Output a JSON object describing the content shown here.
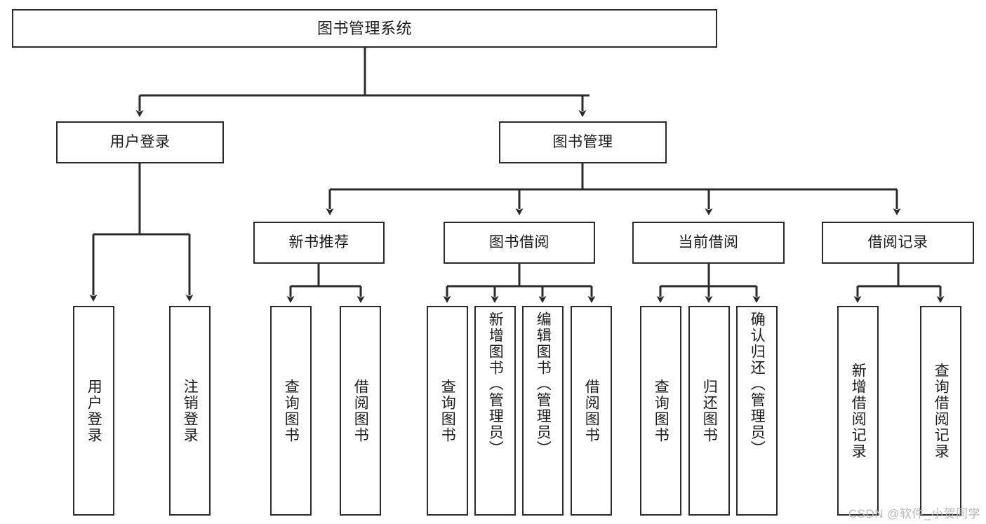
{
  "diagram": {
    "type": "tree-hierarchy-flowchart",
    "title": "图书管理系统",
    "levels": 4,
    "root": {
      "id": "root",
      "label": "图书管理系统",
      "orientation": "horizontal"
    },
    "level2": [
      {
        "id": "user-login",
        "label": "用户登录",
        "orientation": "horizontal"
      },
      {
        "id": "book-management",
        "label": "图书管理",
        "orientation": "horizontal"
      }
    ],
    "level3": [
      {
        "id": "new-book-recommend",
        "label": "新书推荐",
        "orientation": "horizontal",
        "parent": "book-management"
      },
      {
        "id": "book-borrow",
        "label": "图书借阅",
        "orientation": "horizontal",
        "parent": "book-management"
      },
      {
        "id": "current-borrow",
        "label": "当前借阅",
        "orientation": "horizontal",
        "parent": "book-management"
      },
      {
        "id": "borrow-record",
        "label": "借阅记录",
        "orientation": "horizontal",
        "parent": "book-management"
      }
    ],
    "leaves": [
      {
        "id": "leaf-user-login",
        "label": "用户登录",
        "parent": "user-login"
      },
      {
        "id": "leaf-user-logout",
        "label": "注销登录",
        "parent": "user-login"
      },
      {
        "id": "leaf-query-book-1",
        "label": "查询图书",
        "parent": "new-book-recommend"
      },
      {
        "id": "leaf-borrow-book-1",
        "label": "借阅图书",
        "parent": "new-book-recommend"
      },
      {
        "id": "leaf-query-book-2",
        "label": "查询图书",
        "parent": "book-borrow"
      },
      {
        "id": "leaf-add-book",
        "label": "新增图书（管理员）",
        "parent": "book-borrow"
      },
      {
        "id": "leaf-edit-book",
        "label": "编辑图书（管理员）",
        "parent": "book-borrow"
      },
      {
        "id": "leaf-borrow-book-2",
        "label": "借阅图书",
        "parent": "book-borrow"
      },
      {
        "id": "leaf-query-book-3",
        "label": "查询图书",
        "parent": "current-borrow"
      },
      {
        "id": "leaf-return-book",
        "label": "归还图书",
        "parent": "current-borrow"
      },
      {
        "id": "leaf-confirm-return",
        "label": "确认归还（管理员）",
        "parent": "current-borrow"
      },
      {
        "id": "leaf-add-record",
        "label": "新增借阅记录",
        "parent": "borrow-record"
      },
      {
        "id": "leaf-query-record",
        "label": "查询借阅记录",
        "parent": "borrow-record"
      }
    ],
    "colors": {
      "border": "#2b2b2b",
      "background": "#ffffff",
      "text": "#1a1a1a",
      "connector": "#2b2b2b",
      "watermark": "#b9b9b9"
    }
  },
  "watermark": {
    "text": "CSDN @软件_小贺同学"
  }
}
